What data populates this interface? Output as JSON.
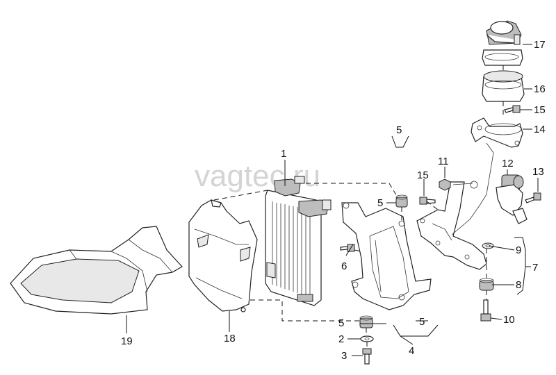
{
  "watermark": "vagtec.ru",
  "callouts": {
    "c1": "1",
    "c2": "2",
    "c3": "3",
    "c4": "4",
    "c5a": "5",
    "c5b": "5",
    "c5c": "5",
    "c6": "6",
    "c7": "7",
    "c8": "8",
    "c9": "9",
    "c10": "10",
    "c11": "11",
    "c12": "12",
    "c13": "13",
    "c14": "14",
    "c15a": "15",
    "c15b": "15",
    "c16": "16",
    "c17": "17",
    "c18": "18",
    "c19": "19"
  }
}
